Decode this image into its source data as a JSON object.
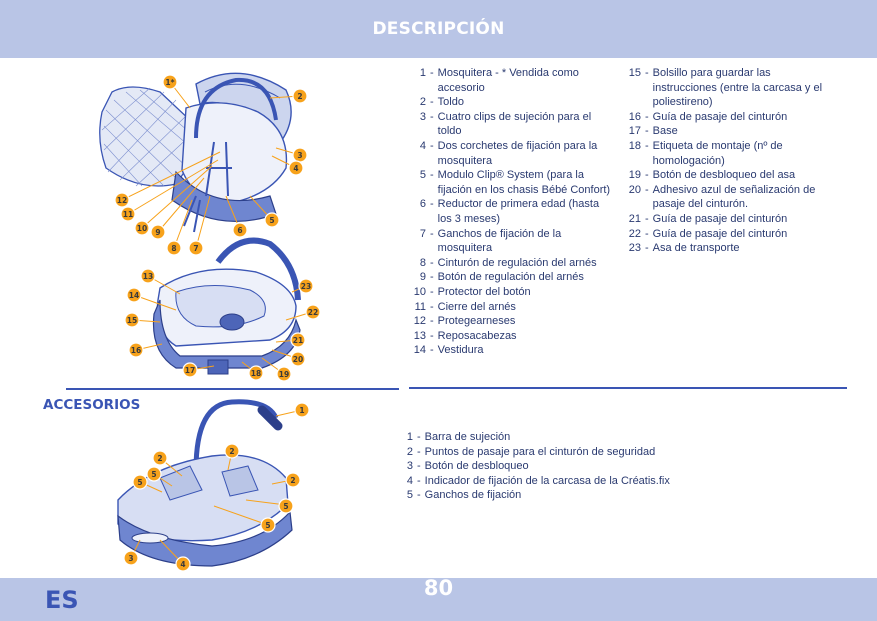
{
  "header": {
    "title": "DESCRIPCIÓN"
  },
  "footer": {
    "language": "ES",
    "page_number": "80"
  },
  "description_list": [
    {
      "num": "1",
      "text": "Mosquitera - * Vendida como accesorio"
    },
    {
      "num": "2",
      "text": "Toldo"
    },
    {
      "num": "3",
      "text": "Cuatro clips de sujeción para el toldo"
    },
    {
      "num": "4",
      "text": "Dos corchetes de fijación para la mosquitera"
    },
    {
      "num": "5",
      "text": "Modulo Clip® System (para la fijación en los chasis Bébé Confort)"
    },
    {
      "num": "6",
      "text": "Reductor de primera edad (hasta los 3 meses)"
    },
    {
      "num": "7",
      "text": "Ganchos de fijación de la mosquitera"
    },
    {
      "num": "8",
      "text": "Cinturón de regulación del arnés"
    },
    {
      "num": "9",
      "text": "Botón de regulación del arnés"
    },
    {
      "num": "10",
      "text": "Protector del botón"
    },
    {
      "num": "11",
      "text": "Cierre del arnés"
    },
    {
      "num": "12",
      "text": "Protegearneses"
    },
    {
      "num": "13",
      "text": "Reposacabezas"
    },
    {
      "num": "14",
      "text": "Vestidura"
    },
    {
      "num": "15",
      "text": "Bolsillo para guardar las instrucciones (entre la carcasa y el poliestireno)"
    },
    {
      "num": "16",
      "text": "Guía de pasaje del cinturón"
    },
    {
      "num": "17",
      "text": "Base"
    },
    {
      "num": "18",
      "text": "Etiqueta de montaje (nº de homologación)"
    },
    {
      "num": "19",
      "text": "Botón de desbloqueo del asa"
    },
    {
      "num": "20",
      "text": "Adhesivo azul de señalización de pasaje del cinturón."
    },
    {
      "num": "21",
      "text": "Guía de pasaje del cinturón"
    },
    {
      "num": "22",
      "text": "Guía de pasaje del cinturón"
    },
    {
      "num": "23",
      "text": "Asa de transporte"
    }
  ],
  "accessories": {
    "heading": "ACCESORIOS",
    "items": [
      {
        "num": "1",
        "text": "Barra de sujeción"
      },
      {
        "num": "2",
        "text": "Puntos de pasaje para el cinturón de seguridad"
      },
      {
        "num": "3",
        "text": "Botón de desbloqueo"
      },
      {
        "num": "4",
        "text": "Indicador de fijación de la carcasa de la Créatis.fix"
      },
      {
        "num": "5",
        "text": "Ganchos de fijación"
      }
    ]
  },
  "diagram_callouts": {
    "seat_top": [
      "1*",
      "2",
      "3",
      "4",
      "5",
      "6",
      "7",
      "8",
      "9",
      "10",
      "11",
      "12"
    ],
    "seat_bottom": [
      "13",
      "14",
      "15",
      "16",
      "17",
      "18",
      "19",
      "20",
      "21",
      "22",
      "23"
    ],
    "base": [
      "1",
      "2",
      "2",
      "2",
      "5",
      "5",
      "5",
      "5",
      "3",
      "4"
    ]
  },
  "colors": {
    "band": "#b9c5e6",
    "accent": "#3a55b4",
    "callout": "#f7a21b",
    "text": "#2a3a70"
  }
}
